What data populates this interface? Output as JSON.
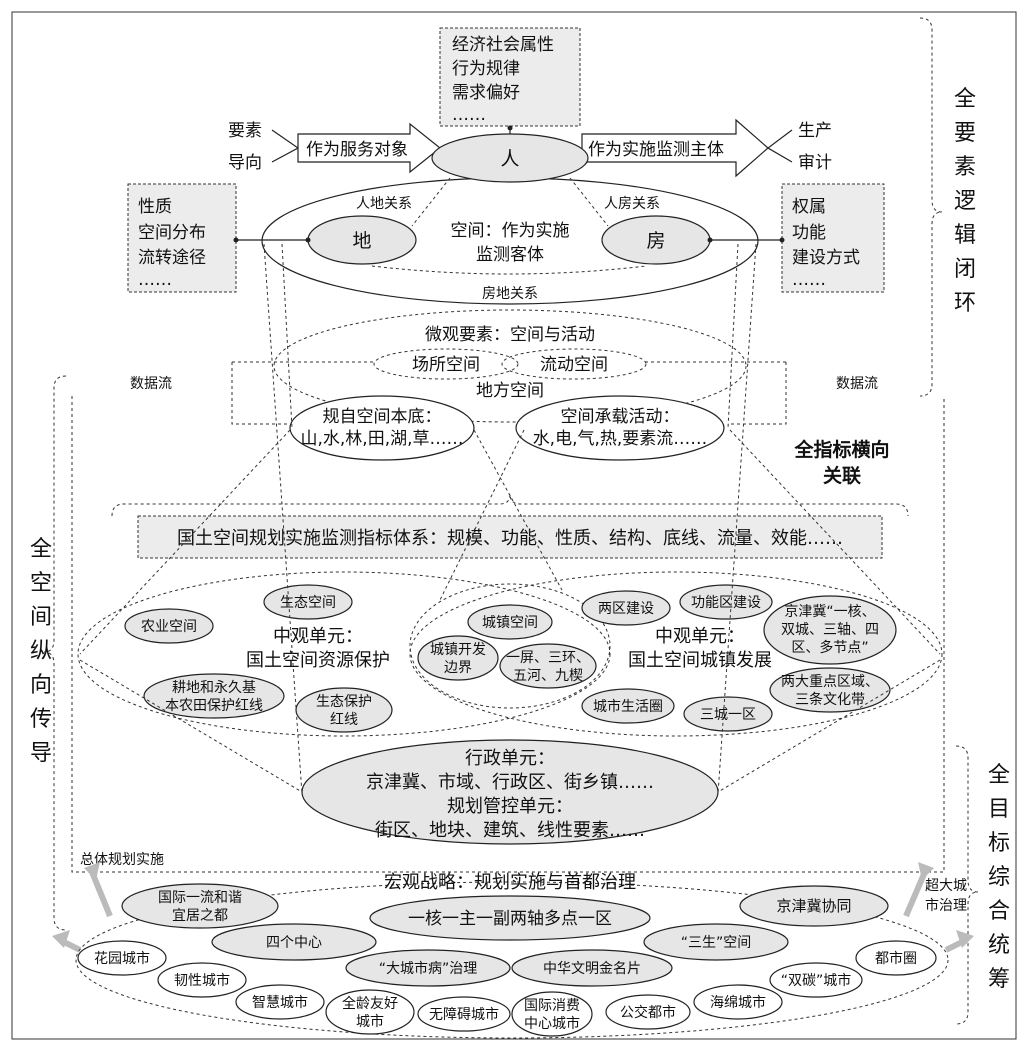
{
  "top": {
    "box_center": [
      "经济社会属性",
      "行为规律",
      "需求偏好",
      "……"
    ],
    "box_left": [
      "性质",
      "空间分布",
      "流转途径",
      "……"
    ],
    "box_right": [
      "权属",
      "功能",
      "建设方式",
      "……"
    ],
    "left_inputs": [
      "要素",
      "导向"
    ],
    "arrow_left": "作为服务对象",
    "arrow_right": "作为实施监测主体",
    "right_outputs": [
      "生产",
      "审计"
    ],
    "person": "人",
    "land": "地",
    "house": "房",
    "space_center": [
      "空间：作为实施",
      "监测客体"
    ],
    "rel_land": "人地关系",
    "rel_house": "人房关系",
    "rel_bottom": "房地关系"
  },
  "side": {
    "right_top": [
      "全",
      "要",
      "素",
      "逻",
      "辑",
      "闭",
      "环"
    ],
    "left_mid": [
      "全",
      "空",
      "间",
      "纵",
      "向",
      "传",
      "导"
    ],
    "right_bottom": [
      "全",
      "目",
      "标",
      "综",
      "合",
      "统",
      "筹"
    ],
    "horizontal": [
      "全指标横向",
      "关联"
    ]
  },
  "micro": {
    "title": "微观要素：空间与活动",
    "place_space": "场所空间",
    "flow_space": "流动空间",
    "local_space": "地方空间",
    "data_flow_left": "数据流",
    "data_flow_right": "数据流",
    "base_title": "规自空间本底：",
    "base_items": "山,水,林,田,湖,草……",
    "activity_title": "空间承载活动：",
    "activity_items": "水,电,气,热,要素流……"
  },
  "index_system": "国土空间规划实施监测指标体系：规模、功能、性质、结构、底线、流量、效能……",
  "meso": {
    "left_title": [
      "中观单元：",
      "国土空间资源保护"
    ],
    "right_title": [
      "中观单元：",
      "国土空间城镇发展"
    ],
    "agri": "农业空间",
    "eco": "生态空间",
    "farmland": [
      "耕地和永久基",
      "本农田保护红线"
    ],
    "eco_line": [
      "生态保护",
      "红线"
    ],
    "town_space": "城镇空间",
    "town_boundary": [
      "城镇开发",
      "边界"
    ],
    "screens": [
      "一屏、三环、",
      "五河、九楔"
    ],
    "two_zones": "两区建设",
    "func_zone": "功能区建设",
    "jjj_core": [
      "京津冀“一核、",
      "双城、三轴、四",
      "区、多节点”"
    ],
    "life_circle": "城市生活圈",
    "three_cities": "三城一区",
    "key_areas": [
      "两大重点区域、",
      "三条文化带"
    ]
  },
  "admin": [
    "行政单元：",
    "京津冀、市域、行政区、街乡镇……",
    "规划管控单元：",
    "街区、地块、建筑、线性要素……"
  ],
  "macro": {
    "overall_impl": "总体规划实施",
    "super_city": [
      "超大城",
      "市治理"
    ],
    "title": "宏观战略：规划实施与首都治理",
    "intl_livable": [
      "国际一流和谐",
      "宜居之都"
    ],
    "core_axis": "一核一主一副两轴多点一区",
    "jjj_coop": "京津冀协同",
    "four_centers": "四个中心",
    "three_life": "“三生”空间",
    "garden_city": "花园城市",
    "big_city_disease": "“大城市病”治理",
    "chinese_civ": "中华文明金名片",
    "metro_circle": "都市圈",
    "resilient_city": "韧性城市",
    "dual_carbon": "“双碳”城市",
    "smart_city": "智慧城市",
    "age_friendly": [
      "全龄友好",
      "城市"
    ],
    "barrier_free": "无障碍城市",
    "intl_consumption": [
      "国际消费",
      "中心城市"
    ],
    "transit_city": "公交都市",
    "sponge_city": "海绵城市"
  }
}
